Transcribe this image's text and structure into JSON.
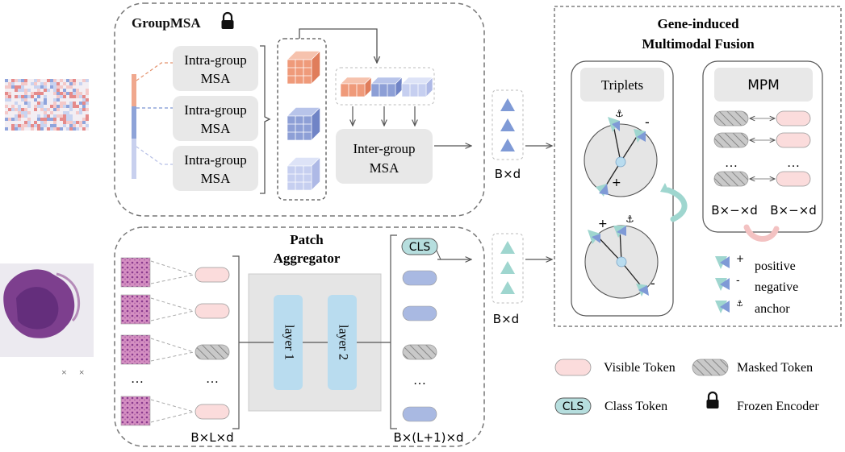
{
  "group_msa": {
    "title": "GroupMSA",
    "intra_label_1": "Intra-group",
    "intra_label_2": "MSA",
    "inter_label_1": "Inter-group",
    "inter_label_2": "MSA",
    "output_dim": "B×d",
    "icon": "lock-icon"
  },
  "patch": {
    "title_1": "Patch",
    "title_2": "Aggregator",
    "layer1": "layer 1",
    "layer2": "layer 2",
    "ellipsis": "…",
    "cls": "CLS",
    "dim_in": "B×L×d",
    "dim_out": "B×(L+1)×d",
    "output_dim": "B×d",
    "tokens": [
      "visible",
      "visible",
      "masked",
      "ellipsis",
      "visible"
    ],
    "out_tokens": [
      "blue",
      "blue",
      "masked",
      "ellipsis",
      "blue"
    ],
    "wsi_marks": "×     ×"
  },
  "fusion": {
    "title_1": "Gene-induced",
    "title_2": "Multimodal Fusion",
    "triplets": "Triplets",
    "mpm": "MPM",
    "mpm_ellipsis": "…",
    "mpm_dim_1": "B×−×d",
    "mpm_dim_2": "B×−×d",
    "plus": "+",
    "minus": "-",
    "anchor": "⚓",
    "legend_positive": "positive",
    "legend_negative": "negative",
    "legend_anchor": "anchor"
  },
  "legend": {
    "visible": "Visible Token",
    "masked": "Masked Token",
    "cls": "CLS",
    "class": "Class Token",
    "frozen": "Frozen Encoder"
  },
  "colors": {
    "visible_token": "#fbdcdc",
    "masked_token": "#cccccc",
    "cls_token": "#b6dede",
    "blue_token": "#a9b9e2",
    "box_gray": "#e5e5e5",
    "layer_blue": "#b9dcef",
    "orange_cube": "#ef9a7a",
    "blue_cube": "#8d9fd6",
    "light_cube": "#c6cff0",
    "triangle_blue": "#7f9ad6",
    "triangle_teal": "#9fd6cf"
  }
}
